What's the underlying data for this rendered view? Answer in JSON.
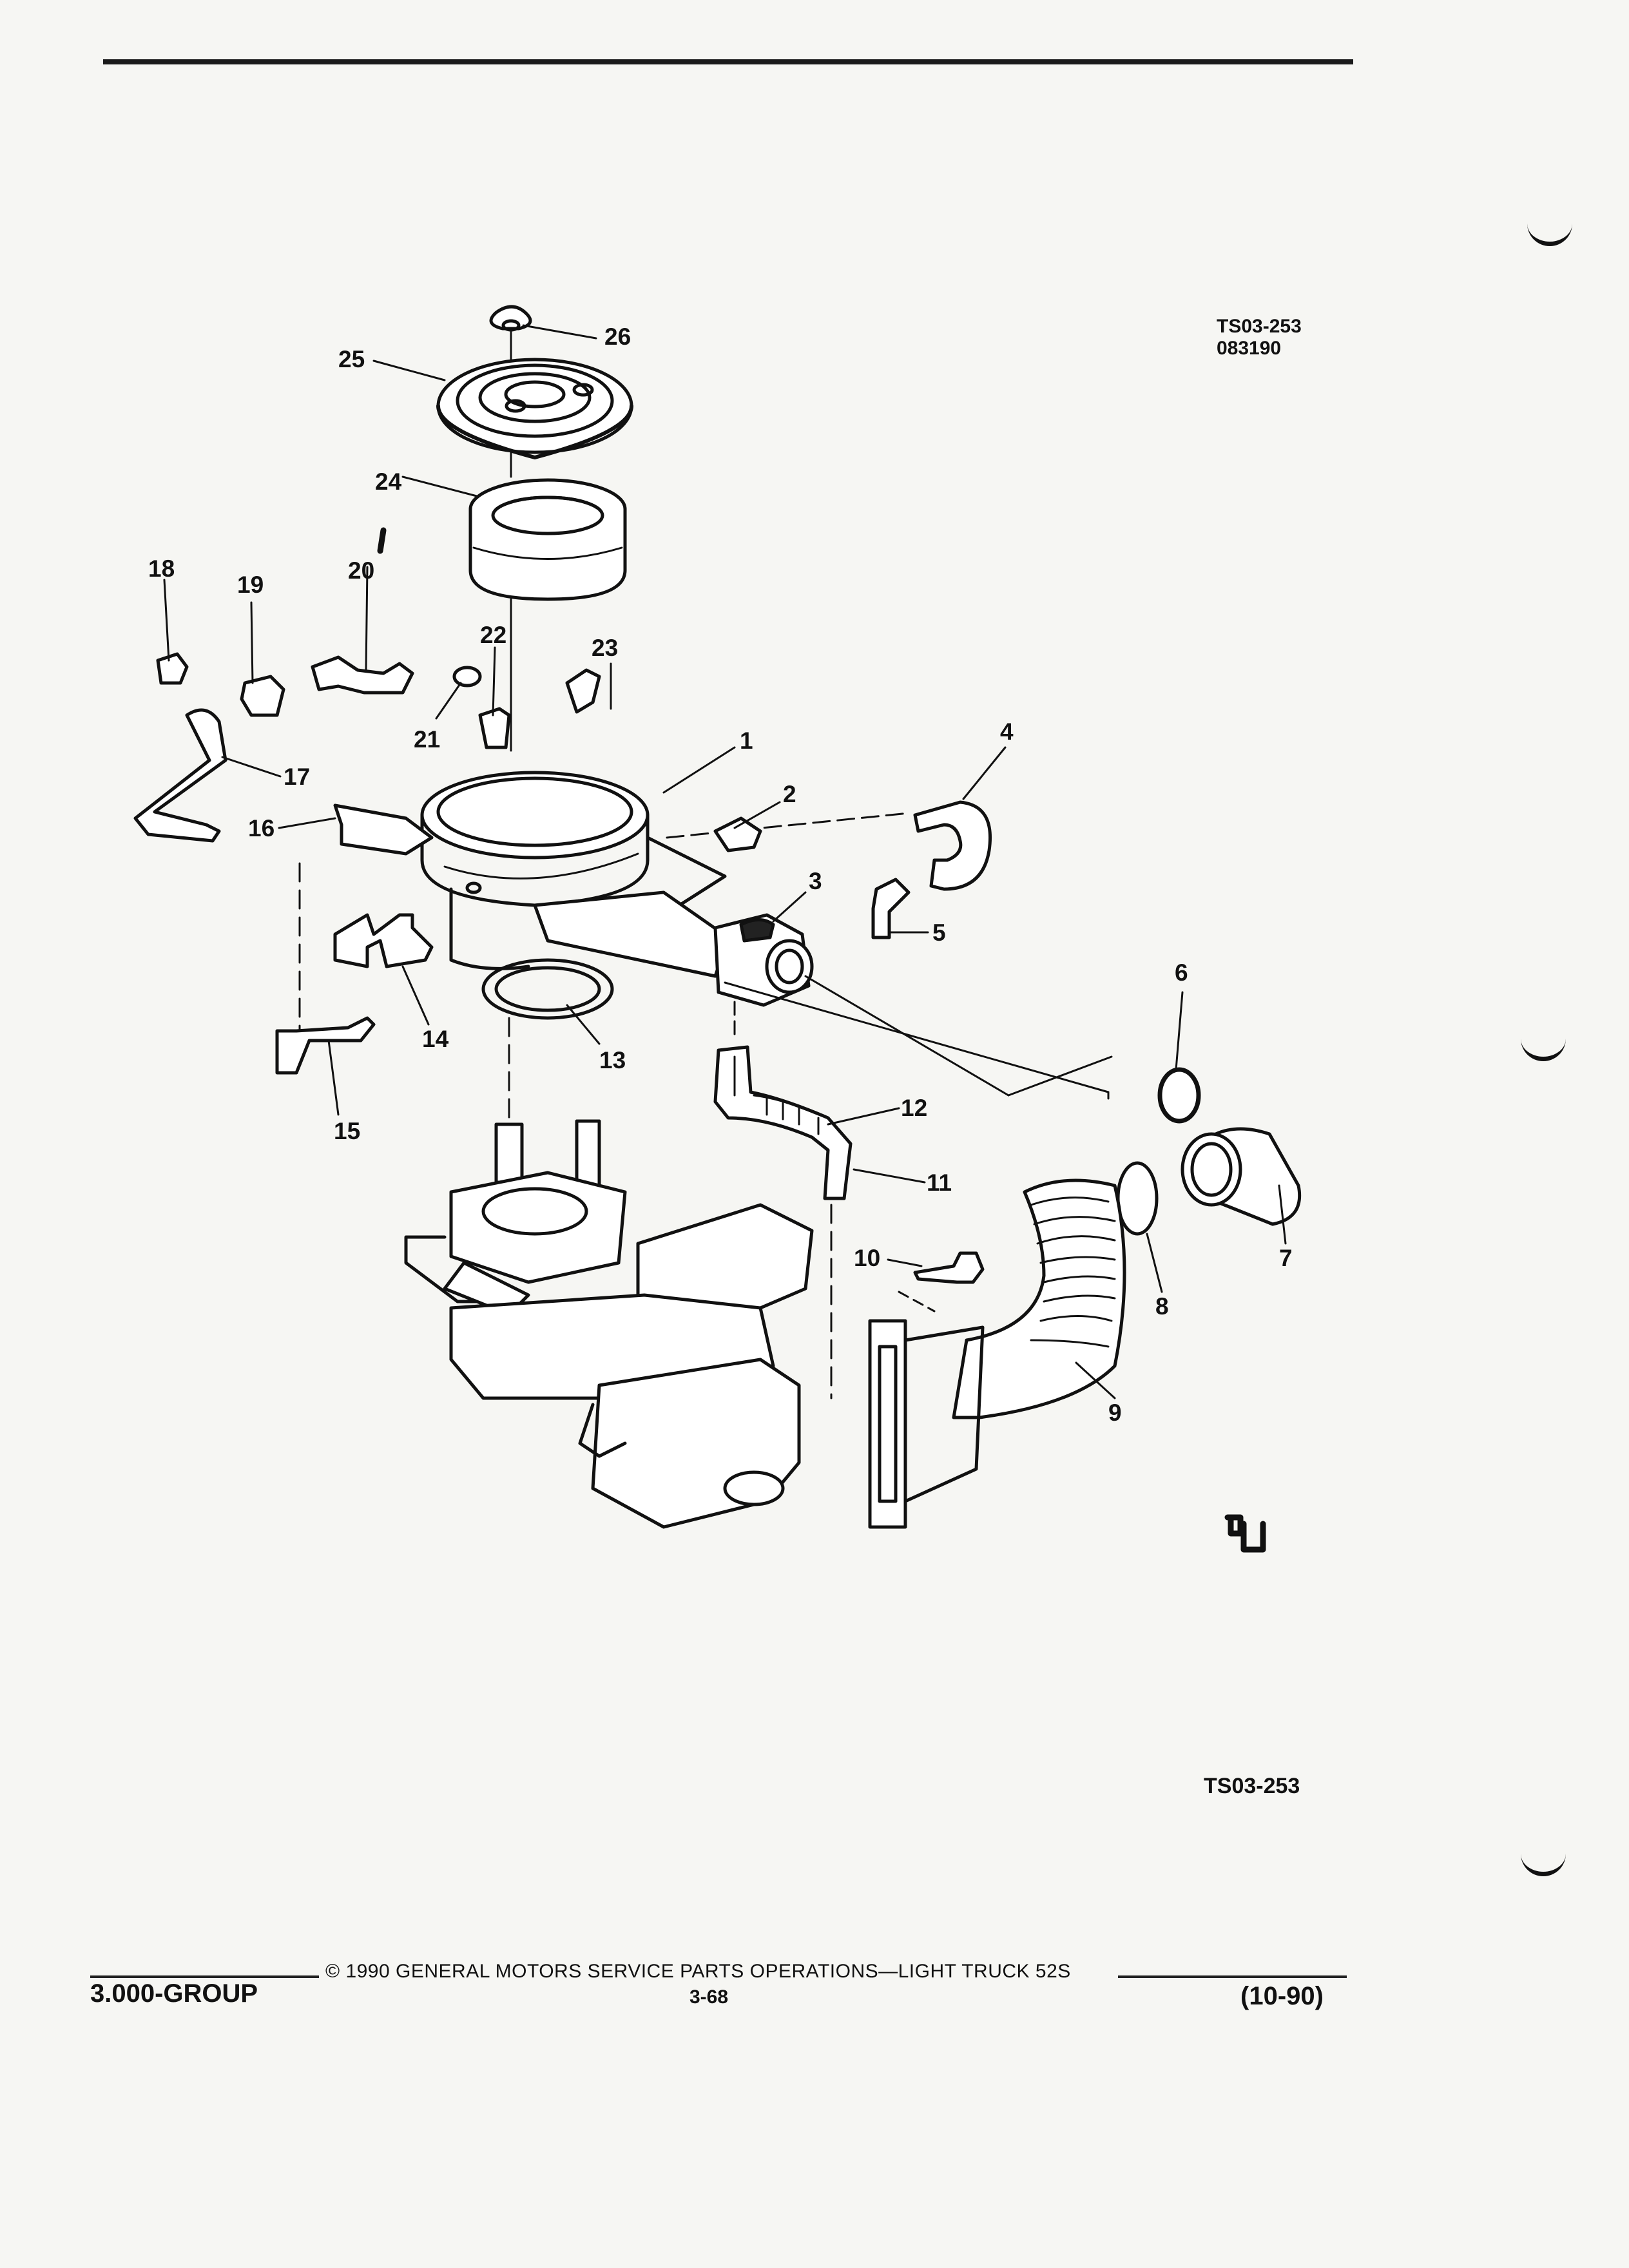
{
  "figure": {
    "code_top": "TS03-253",
    "date_code": "083190",
    "code_bottom": "TS03-253",
    "callouts": [
      "1",
      "2",
      "3",
      "4",
      "5",
      "6",
      "7",
      "8",
      "9",
      "10",
      "11",
      "12",
      "13",
      "14",
      "15",
      "16",
      "17",
      "18",
      "19",
      "20",
      "21",
      "22",
      "23",
      "24",
      "25",
      "26"
    ]
  },
  "footer": {
    "group": "3.000-GROUP",
    "copyright": "© 1990 GENERAL MOTORS SERVICE PARTS OPERATIONS—LIGHT TRUCK 52S",
    "page": "3-68",
    "revision": "(10-90)"
  },
  "colors": {
    "ink": "#111111",
    "paper": "#f6f6f3"
  },
  "icons": [
    "gm-parts-logo"
  ]
}
